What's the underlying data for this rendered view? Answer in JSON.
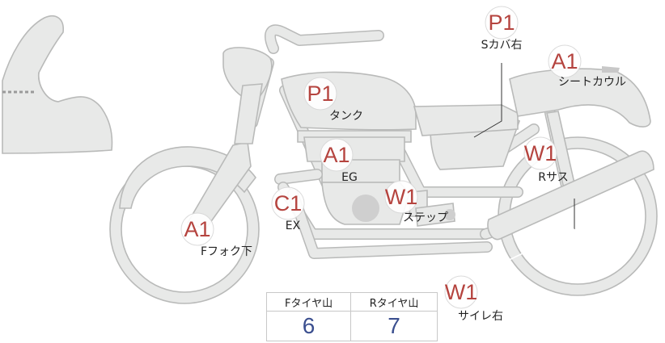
{
  "badges": [
    {
      "id": "s-cover-right",
      "code": "P1",
      "label": "Sカバ右"
    },
    {
      "id": "seat-cowl",
      "code": "A1",
      "label": "シートカウル"
    },
    {
      "id": "tank",
      "code": "P1",
      "label": "タンク"
    },
    {
      "id": "engine",
      "code": "A1",
      "label": "EG"
    },
    {
      "id": "rear-suspension",
      "code": "W1",
      "label": "Rサス"
    },
    {
      "id": "exhaust",
      "code": "C1",
      "label": "EX"
    },
    {
      "id": "step",
      "code": "W1",
      "label": "ステップ"
    },
    {
      "id": "front-fork-lower",
      "code": "A1",
      "label": "Fフォク下"
    },
    {
      "id": "silencer-right",
      "code": "W1",
      "label": "サイレ右"
    }
  ],
  "tread_table": {
    "headers": [
      "Fタイヤ山",
      "Rタイヤ山"
    ],
    "values": [
      "6",
      "7"
    ]
  }
}
